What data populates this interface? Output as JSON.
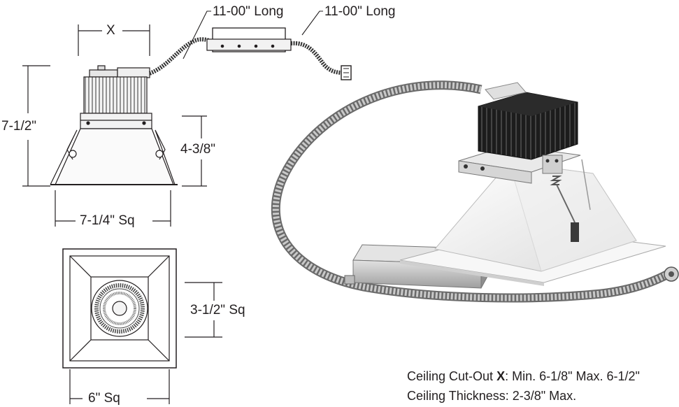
{
  "dimensions": {
    "x_label": "X",
    "whip_left": "11-00\" Long",
    "whip_right": "11-00\" Long",
    "overall_height": "7-1/2\"",
    "reflector_height": "4-3/8\"",
    "flange_width": "7-1/4\" Sq",
    "aperture": "3-1/2\" Sq",
    "trim_width": "6\" Sq"
  },
  "specs": {
    "cutout_prefix": "Ceiling Cut-Out ",
    "cutout_bold": "X",
    "cutout_rest": ": Min. 6-1/8\" Max. 6-1/2\"",
    "thickness": "Ceiling Thickness: 2-3/8\" Max."
  },
  "colors": {
    "line": "#231f20",
    "heatsink": "#1a1a1a",
    "conduit": "#9a9a9a",
    "housing": "#c8c8c8"
  }
}
